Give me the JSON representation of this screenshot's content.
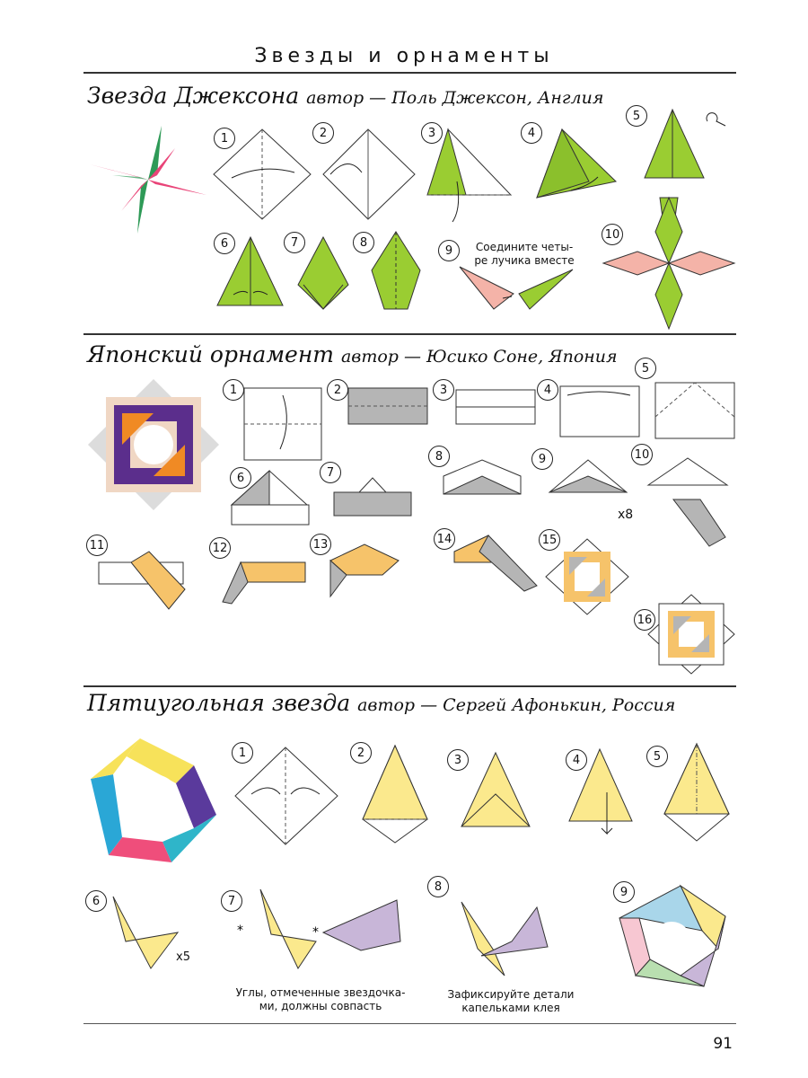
{
  "header": {
    "running_title": "Звезды и орнаменты"
  },
  "sections": [
    {
      "title": "Звезда Джексона",
      "byline": "автор — Поль Джексон, Англия",
      "steps": [
        "1",
        "2",
        "3",
        "4",
        "5",
        "6",
        "7",
        "8",
        "9",
        "10"
      ],
      "note": "Соедините четы-ре лучика вместе"
    },
    {
      "title": "Японский орнамент",
      "byline": "автор — Юсико Соне, Япония",
      "steps": [
        "1",
        "2",
        "3",
        "4",
        "5",
        "6",
        "7",
        "8",
        "9",
        "10",
        "11",
        "12",
        "13",
        "14",
        "15",
        "16"
      ],
      "multiplier": "x8"
    },
    {
      "title": "Пятиугольная звезда",
      "byline": "автор — Сергей Афонькин, Россия",
      "steps": [
        "1",
        "2",
        "3",
        "4",
        "5",
        "6",
        "7",
        "8",
        "9"
      ],
      "multiplier": "x5",
      "note_7": "Углы, отмеченные звездочка-ми, должны совпасть",
      "note_8": "Зафиксируйте детали капельками клея"
    }
  ],
  "footer": {
    "page_number": "91"
  },
  "colors": {
    "green": "#9acd32",
    "pink": "#f4b3a8",
    "gray": "#b5b5b5",
    "orange": "#f6c36a",
    "yellow": "#fbe98d",
    "purple": "#c8b6d8"
  }
}
